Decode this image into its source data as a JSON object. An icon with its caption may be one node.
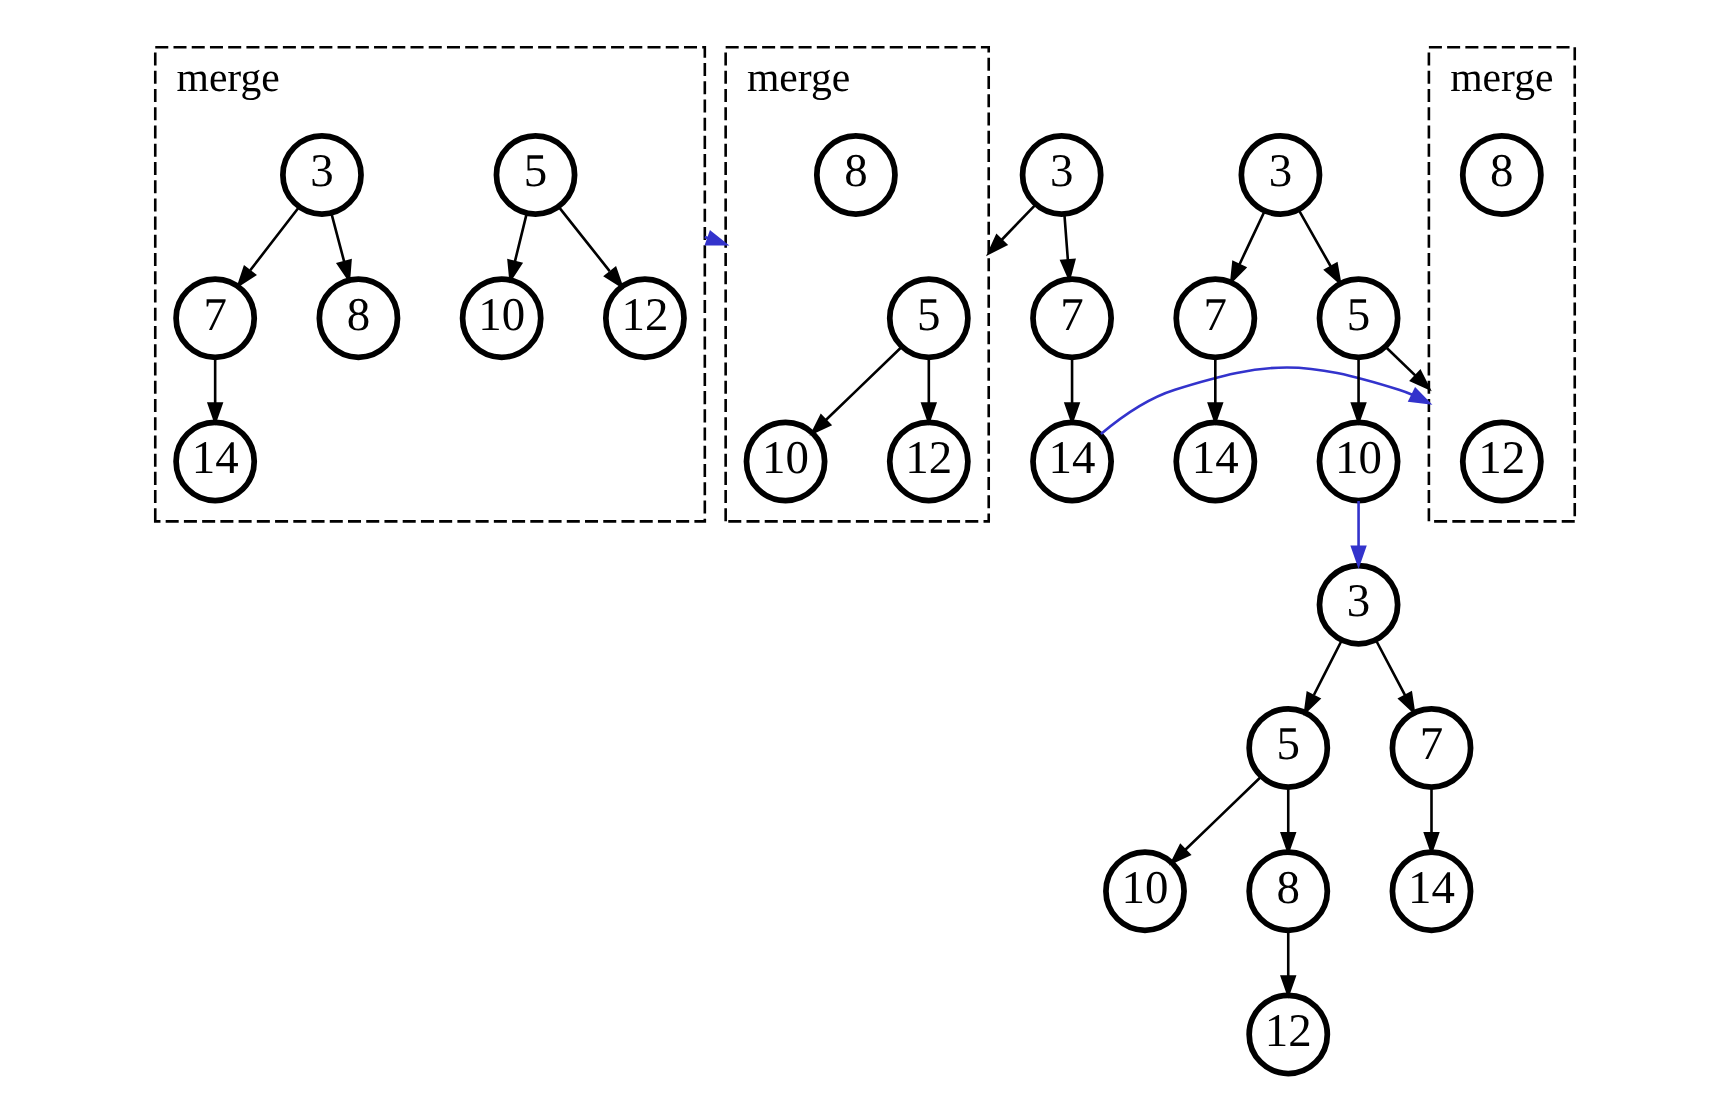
{
  "diagram": {
    "nodes": [
      {
        "text": [
          "merge"
        ]
      },
      {
        "text": [
          "5"
        ],
        "in": 0
      },
      {
        "text": [
          "10"
        ],
        "in": 0
      },
      {
        "text": [
          "12"
        ],
        "in": 0
      },
      {
        "text": [
          "3"
        ],
        "in": 0
      },
      {
        "text": [
          "7"
        ],
        "in": 0
      },
      {
        "text": [
          "8"
        ],
        "in": 0
      },
      {
        "text": [
          "14"
        ],
        "in": 0
      },
      {
        "text": [
          "3"
        ]
      },
      {
        "text": [
          "merge"
        ]
      },
      {
        "text": [
          "5"
        ],
        "in": 9
      },
      {
        "text": [
          "10"
        ],
        "in": 9
      },
      {
        "text": [
          "12"
        ],
        "in": 9
      },
      {
        "text": [
          "8"
        ],
        "in": 9
      },
      {
        "text": [
          "7"
        ]
      },
      {
        "text": [
          "14"
        ]
      },
      {
        "text": [
          "3"
        ]
      },
      {
        "text": [
          "5"
        ]
      },
      {
        "text": [
          "7"
        ]
      },
      {
        "text": [
          "merge"
        ]
      },
      {
        "text": [
          "12"
        ],
        "in": 19
      },
      {
        "text": [
          "8"
        ],
        "in": 19
      },
      {
        "text": [
          "10"
        ]
      },
      {
        "text": [
          "14"
        ]
      },
      {
        "text": [
          "3"
        ]
      },
      {
        "text": [
          "5"
        ]
      },
      {
        "text": [
          "7"
        ]
      },
      {
        "text": [
          "8"
        ]
      },
      {
        "text": [
          "10"
        ]
      },
      {
        "text": [
          "14"
        ]
      },
      {
        "text": [
          "12"
        ]
      }
    ],
    "edges": [
      {
        "from": 1,
        "to": 2,
        "arrow": "to"
      },
      {
        "from": 1,
        "to": 3,
        "arrow": "to"
      },
      {
        "from": 4,
        "to": 5,
        "arrow": "to"
      },
      {
        "from": 4,
        "to": 6,
        "arrow": "to"
      },
      {
        "from": 5,
        "to": 7,
        "arrow": "to"
      },
      {
        "from": 0,
        "to": 9,
        "arrow": "to",
        "color": "#3333cc"
      },
      {
        "from": 8,
        "to": 9,
        "arrow": "to"
      },
      {
        "from": 8,
        "to": 14,
        "arrow": "to"
      },
      {
        "from": 10,
        "to": 11,
        "arrow": "to"
      },
      {
        "from": 10,
        "to": 12,
        "arrow": "to"
      },
      {
        "from": 14,
        "to": 15,
        "arrow": "to"
      },
      {
        "from": 15,
        "to": 19,
        "arrow": "to",
        "color": "#3333cc"
      },
      {
        "from": 16,
        "to": 17,
        "arrow": "to"
      },
      {
        "from": 16,
        "to": 18,
        "arrow": "to"
      },
      {
        "from": 17,
        "to": 19,
        "arrow": "to"
      },
      {
        "from": 17,
        "to": 22,
        "arrow": "to"
      },
      {
        "from": 18,
        "to": 23,
        "arrow": "to"
      },
      {
        "from": 22,
        "to": 24,
        "arrow": "to",
        "color": "#3333cc"
      },
      {
        "from": 24,
        "to": 25,
        "arrow": "to"
      },
      {
        "from": 24,
        "to": 26,
        "arrow": "to"
      },
      {
        "from": 25,
        "to": 27,
        "arrow": "to"
      },
      {
        "from": 25,
        "to": 28,
        "arrow": "to"
      },
      {
        "from": 27,
        "to": 30,
        "arrow": "to"
      },
      {
        "from": 26,
        "to": 29,
        "arrow": "to"
      }
    ]
  }
}
